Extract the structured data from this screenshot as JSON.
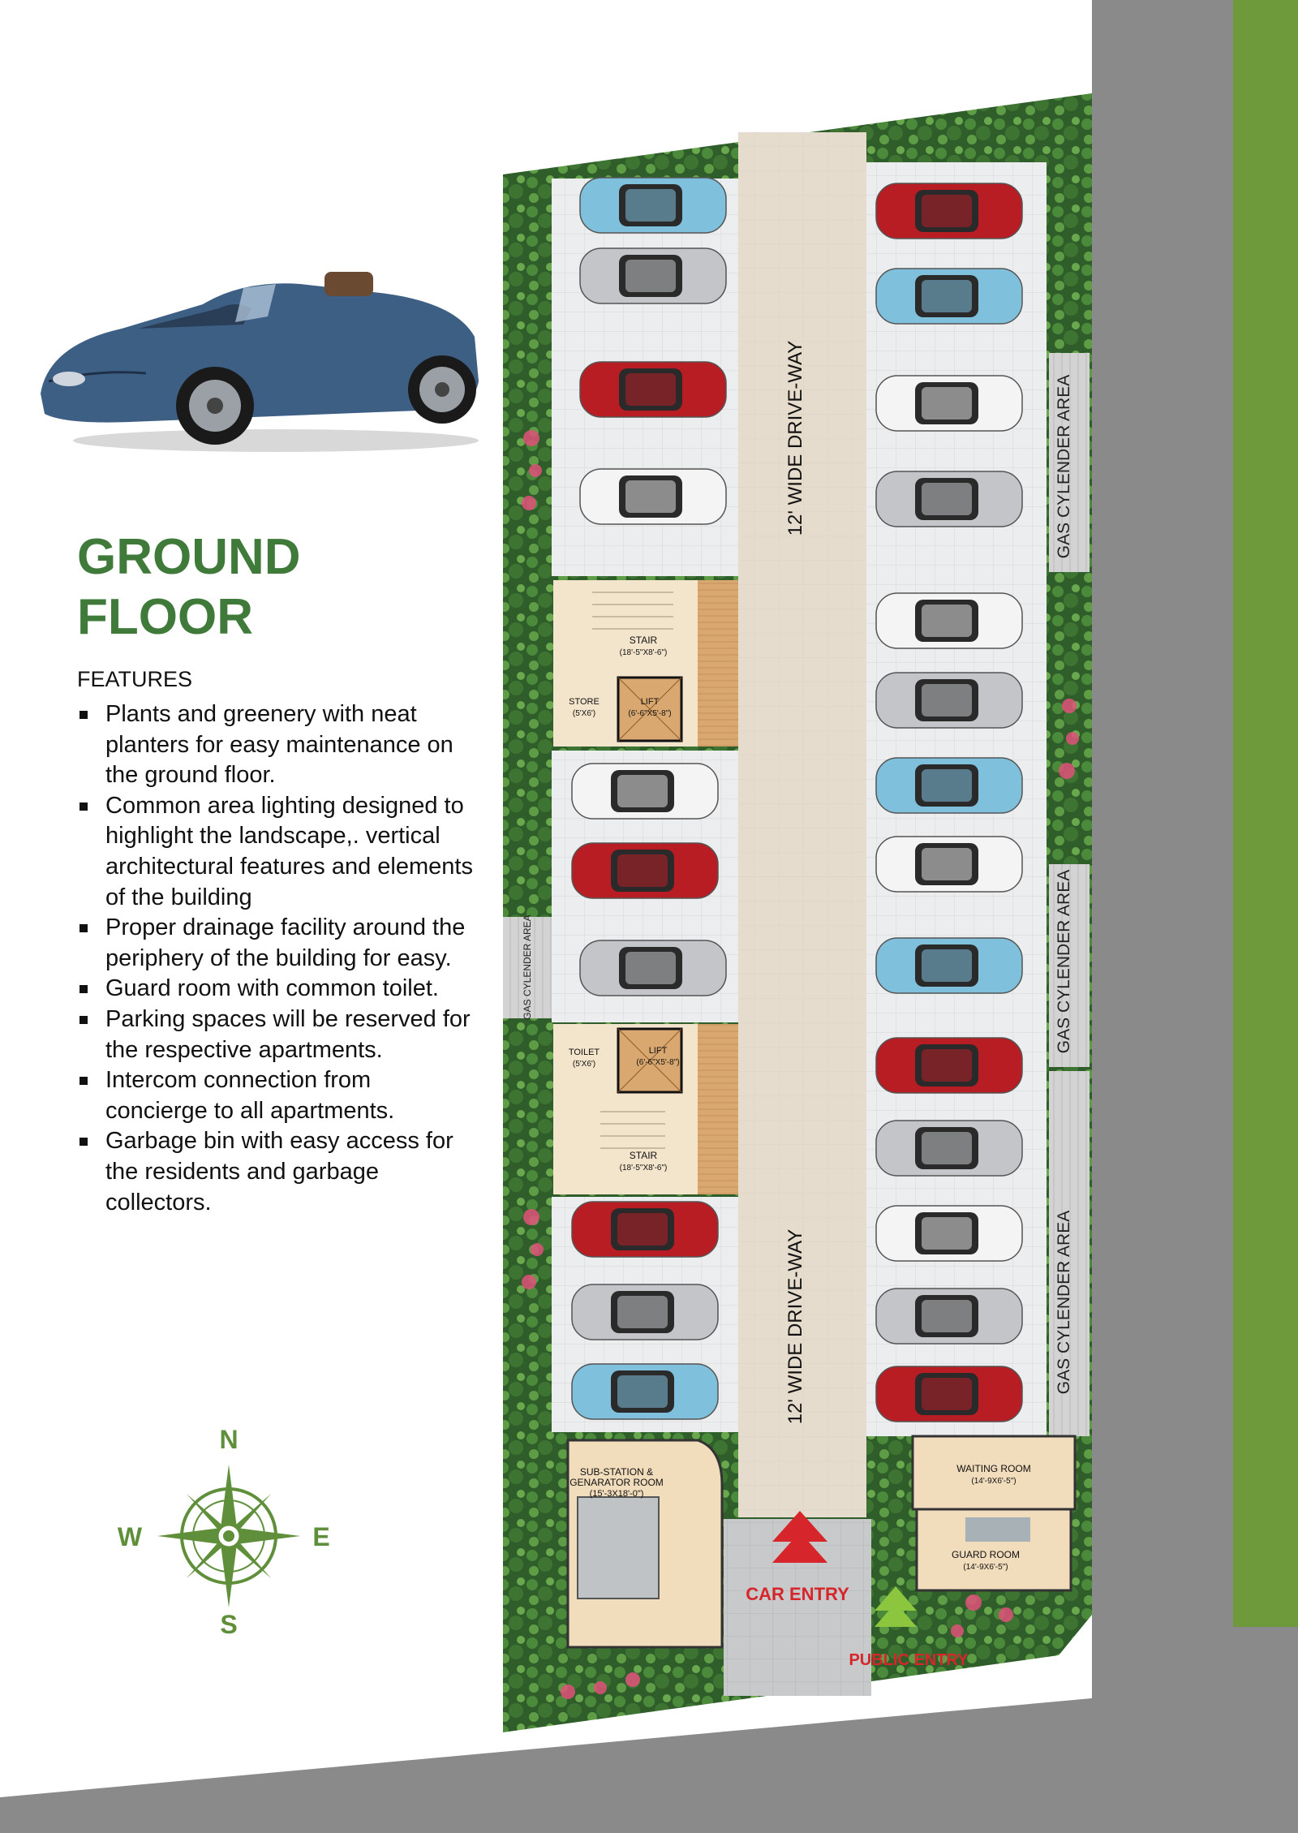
{
  "heading": {
    "line1": "GROUND",
    "line2": "FLOOR"
  },
  "features": {
    "label": "FEATURES",
    "items": [
      "Plants and greenery with neat planters for easy maintenance on the ground floor.",
      "Common area lighting designed to highlight the landscape,. vertical architectural features and elements of the building",
      "Proper drainage facility around the periphery of the building for easy.",
      "Guard room with common toilet.",
      "Parking spaces will be reserved for the respective apartments.",
      "Intercom connection from concierge to all apartments.",
      "Garbage bin with easy access for the residents and garbage collectors."
    ]
  },
  "compass": {
    "n": "N",
    "s": "S",
    "e": "E",
    "w": "W"
  },
  "plan": {
    "driveway_top": "12' WIDE DRIVE-WAY",
    "driveway_bottom": "12' WIDE DRIVE-WAY",
    "gas_right_1": "GAS CYLENDER AREA",
    "gas_right_2": "GAS CYLENDER AREA",
    "gas_right_3": "GAS CYLENDER AREA",
    "gas_left": "GAS CYLENDER AREA",
    "stair_top": {
      "name": "STAIR",
      "size": "(18'-5\"X8'-6\")"
    },
    "store": {
      "name": "STORE",
      "size": "(5'X6')"
    },
    "lift_top": {
      "name": "LIFT",
      "size": "(6'-6\"X5'-8\")"
    },
    "toilet": {
      "name": "TOILET",
      "size": "(5'X6')"
    },
    "lift_bottom": {
      "name": "LIFT",
      "size": "(6'-6\"X5'-8\")"
    },
    "stair_bottom": {
      "name": "STAIR",
      "size": "(18'-5\"X8'-6\")"
    },
    "substation": {
      "line1": "SUB-STATION &",
      "line2": "GENARATOR ROOM",
      "size": "(15'-3X18'-0\")"
    },
    "waiting": {
      "name": "WAITING ROOM",
      "size": "(14'-9X6'-5\")"
    },
    "guard": {
      "name": "GUARD ROOM",
      "size": "(14'-9X6'-5\")"
    },
    "car_entry": "CAR ENTRY",
    "public_entry": "PUBLIC ENTRY"
  },
  "colors": {
    "title_green": "#3f7a3a",
    "band_gray": "#8a8a8a",
    "band_green": "#6f9a3c",
    "entry_red": "#d7262b",
    "entry_green": "#8cc63f",
    "car_red": "#b81d24",
    "car_blue": "#7fc0dc",
    "car_white": "#f4f4f4",
    "car_silver": "#c3c5c8"
  }
}
